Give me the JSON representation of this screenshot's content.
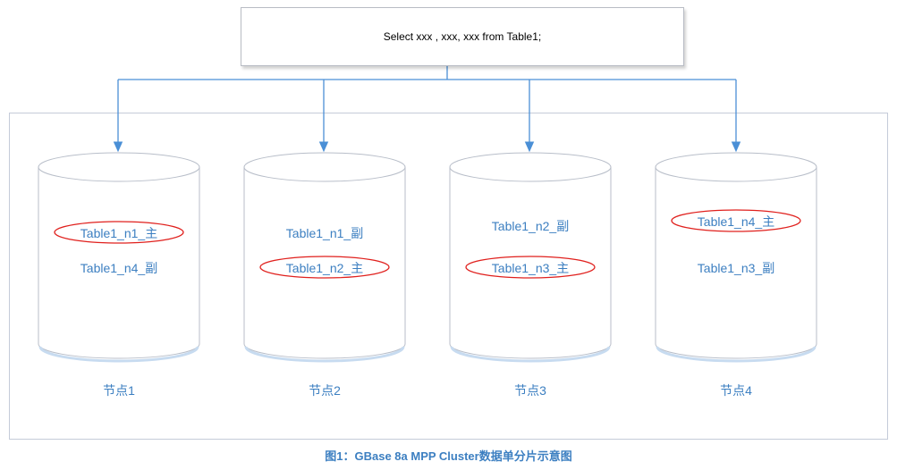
{
  "query": "Select xxx ,  xxx,  xxx from Table1;",
  "nodes": [
    {
      "name": "节点1",
      "shards": [
        {
          "label": "Table1_n1_主",
          "primary": true
        },
        {
          "label": "Table1_n4_副",
          "primary": false
        }
      ]
    },
    {
      "name": "节点2",
      "shards": [
        {
          "label": "Table1_n1_副",
          "primary": false
        },
        {
          "label": "Table1_n2_主",
          "primary": true
        }
      ]
    },
    {
      "name": "节点3",
      "shards": [
        {
          "label": "Table1_n2_副",
          "primary": false
        },
        {
          "label": "Table1_n3_主",
          "primary": true
        }
      ]
    },
    {
      "name": "节点4",
      "shards": [
        {
          "label": "Table1_n4_主",
          "primary": true
        },
        {
          "label": "Table1_n3_副",
          "primary": false
        }
      ]
    }
  ],
  "caption": "图1：GBase 8a MPP Cluster数据单分片示意图",
  "colors": {
    "arrow": "#4a8fd6",
    "text": "#3c7fc1",
    "highlight": "#e0201d",
    "cylinder_stroke": "#b8bec9"
  }
}
